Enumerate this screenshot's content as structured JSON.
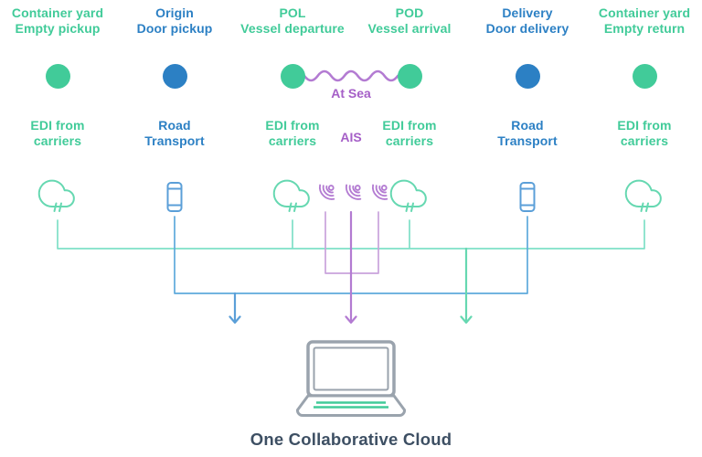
{
  "palette": {
    "green": "#41cb99",
    "green-soft": "#66d8b1",
    "green-line": "#7fe0c7",
    "blue": "#2c80c4",
    "blue-soft": "#5b9fd8",
    "blue-line": "#5fa9dc",
    "purple": "#a55fc7",
    "purple-soft": "#b37bd2",
    "purple-line": "#c9a3dc",
    "gray": "#9aa3ad",
    "dark": "#3d4f63"
  },
  "stations": [
    {
      "line1": "Container yard",
      "line2": "Empty pickup",
      "color": "green",
      "feed": {
        "line1": "EDI from",
        "line2": "carriers",
        "icon": "cloud-icon"
      }
    },
    {
      "line1": "Origin",
      "line2": "Door pickup",
      "color": "blue",
      "feed": {
        "line1": "Road",
        "line2": "Transport",
        "icon": "phone-icon"
      }
    },
    {
      "line1": "POL",
      "line2": "Vessel departure",
      "color": "green",
      "feed": {
        "line1": "EDI from",
        "line2": "carriers",
        "icon": "cloud-icon"
      }
    },
    {
      "line1": "POD",
      "line2": "Vessel arrival",
      "color": "green",
      "feed": {
        "line1": "EDI from",
        "line2": "carriers",
        "icon": "cloud-icon"
      }
    },
    {
      "line1": "Delivery",
      "line2": "Door delivery",
      "color": "blue",
      "feed": {
        "line1": "Road",
        "line2": "Transport",
        "icon": "phone-icon"
      }
    },
    {
      "line1": "Container yard",
      "line2": "Empty return",
      "color": "green",
      "feed": {
        "line1": "EDI from",
        "line2": "carriers",
        "icon": "cloud-icon"
      }
    }
  ],
  "sea": {
    "label": "At Sea"
  },
  "ais": {
    "label": "AIS",
    "icon": "signal-icon",
    "icon_count": 3
  },
  "destination": {
    "label": "One Collaborative Cloud",
    "icon": "laptop-icon"
  }
}
